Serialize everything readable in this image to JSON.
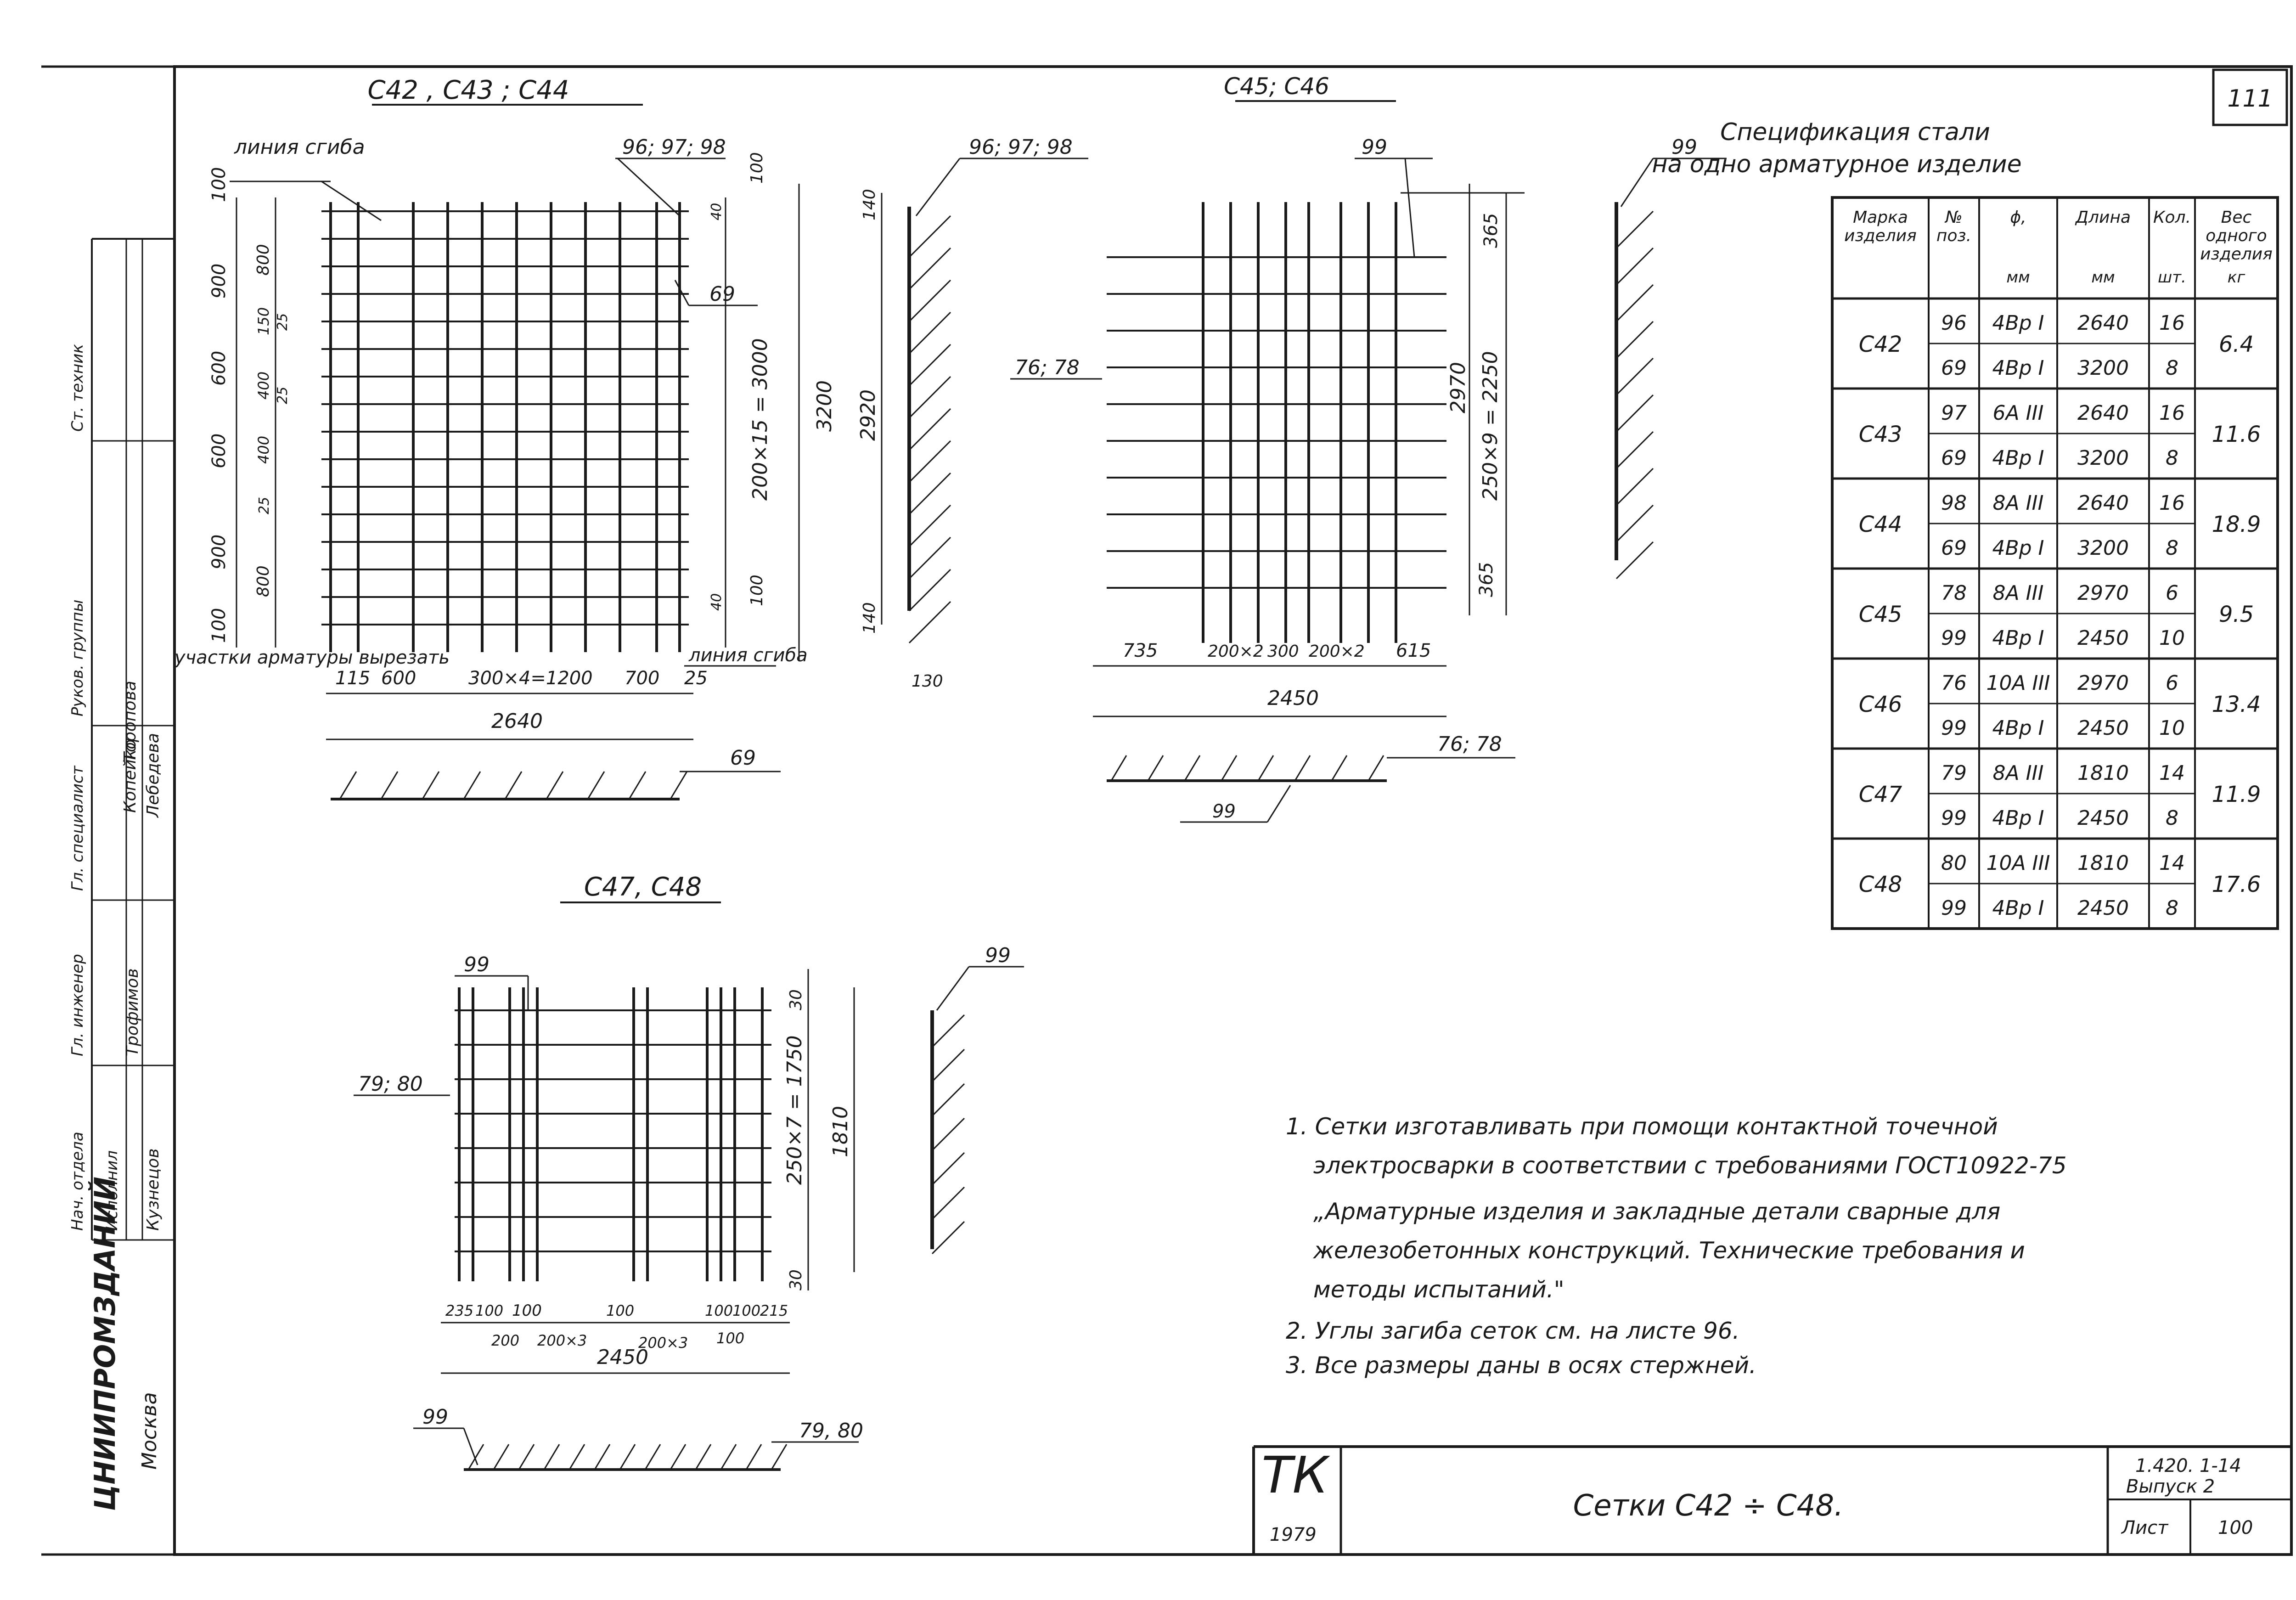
{
  "page_number": "111",
  "sheet_title": "Сетки  С42 ÷ С48.",
  "stamp": {
    "logo": "ТК",
    "year": "1979",
    "series": "1.420. 1-14",
    "issue": "Выпуск 2",
    "sheet_label": "Лист",
    "sheet_no": "100"
  },
  "left_strip": {
    "org": "ЦНИИПРОМЗДАНИЙ",
    "city": "Москва",
    "entries": [
      "Нач. отдела",
      "Гл. инженер",
      "Гл. специалист",
      "Руков. группы",
      "Ст. техник",
      "Исполнил"
    ],
    "names": [
      "Копейко",
      "Торопова",
      "Лебедева",
      "Трофимов",
      "Кузнецов"
    ]
  },
  "notes": [
    "1. Сетки изготавливать при помощи контактной точечной",
    "электросварки в соответствии с требованиями ГОСТ10922-75",
    "„Арматурные изделия и закладные детали сварные для",
    "железобетонных конструкций. Технические требования и",
    "методы испытаний.\"",
    "2. Углы загиба сеток см. на листе 96.",
    "3. Все размеры даны в осях стержней."
  ],
  "spec": {
    "title1": "Спецификация стали",
    "title2": "на одно арматурное изделие",
    "headers": [
      "Марка изделия",
      "№ поз.",
      "ϕ,",
      "Длина",
      "Кол.",
      "Вес одного изделия"
    ],
    "units": [
      "мм",
      "мм",
      "шт.",
      "кг"
    ],
    "rows": [
      {
        "mark": "С42",
        "weight": "6.4",
        "lines": [
          [
            "96",
            "4Вр I",
            "2640",
            "16"
          ],
          [
            "69",
            "4Вр I",
            "3200",
            "8"
          ]
        ]
      },
      {
        "mark": "С43",
        "weight": "11.6",
        "lines": [
          [
            "97",
            "6А III",
            "2640",
            "16"
          ],
          [
            "69",
            "4Вр I",
            "3200",
            "8"
          ]
        ]
      },
      {
        "mark": "С44",
        "weight": "18.9",
        "lines": [
          [
            "98",
            "8А III",
            "2640",
            "16"
          ],
          [
            "69",
            "4Вр I",
            "3200",
            "8"
          ]
        ]
      },
      {
        "mark": "С45",
        "weight": "9.5",
        "lines": [
          [
            "78",
            "8А III",
            "2970",
            "6"
          ],
          [
            "99",
            "4Вр I",
            "2450",
            "10"
          ]
        ]
      },
      {
        "mark": "С46",
        "weight": "13.4",
        "lines": [
          [
            "76",
            "10А III",
            "2970",
            "6"
          ],
          [
            "99",
            "4Вр I",
            "2450",
            "10"
          ]
        ]
      },
      {
        "mark": "С47",
        "weight": "11.9",
        "lines": [
          [
            "79",
            "8А III",
            "1810",
            "14"
          ],
          [
            "99",
            "4Вр I",
            "2450",
            "8"
          ]
        ]
      },
      {
        "mark": "С48",
        "weight": "17.6",
        "lines": [
          [
            "80",
            "10А III",
            "1810",
            "14"
          ],
          [
            "99",
            "4Вр I",
            "2450",
            "8"
          ]
        ]
      }
    ]
  },
  "mesh_c42": {
    "title": "С42 , С43 ; С44",
    "fold_line": "линия сгиба",
    "fold_line2": "линия сгиба",
    "long_bar": "96; 97; 98",
    "cross_bar": "69",
    "cut_note": "участки арматуры вырезать",
    "dims_bottom": [
      "115",
      "600",
      "300×4=1200",
      "700",
      "25"
    ],
    "total": "2640",
    "dims_left": [
      "100",
      "900",
      "600",
      "600",
      "900",
      "100"
    ],
    "dims_left2": [
      "800",
      "150",
      "400",
      "25",
      "25",
      "25",
      "400",
      "800"
    ],
    "dims_right": [
      "40",
      "200×15 = 3000",
      "40"
    ],
    "dims_right_small": [
      "100",
      "100"
    ],
    "height": "3200",
    "side_bar": "96; 97; 98",
    "side_dims": [
      "140",
      "2920",
      "140"
    ],
    "side_bottom": "130",
    "section_label": "69"
  },
  "mesh_c45": {
    "title": "С45; С46",
    "top_bar": "99",
    "left_bar": "76; 78",
    "dims_right": [
      "365",
      "250×9 = 2250",
      "365"
    ],
    "height": "2970",
    "dims_bottom": [
      "735",
      "200×2",
      "300",
      "200×2",
      "615"
    ],
    "total": "2450",
    "side_bar": "99",
    "section_label": "76; 78",
    "section_label2": "99"
  },
  "mesh_c47": {
    "title": "С47, С48",
    "top_bar": "99",
    "left_bar": "79; 80",
    "dims_right": [
      "30",
      "250×7 = 1750",
      "30"
    ],
    "height": "1810",
    "dims_bottom": [
      "235",
      "100",
      "100",
      "100",
      "100",
      "100",
      "215"
    ],
    "dims_bottom2": [
      "200",
      "200×3",
      "200×3",
      "100"
    ],
    "total": "2450",
    "side_bar": "99",
    "section_left": "99",
    "section_right": "79, 80"
  }
}
